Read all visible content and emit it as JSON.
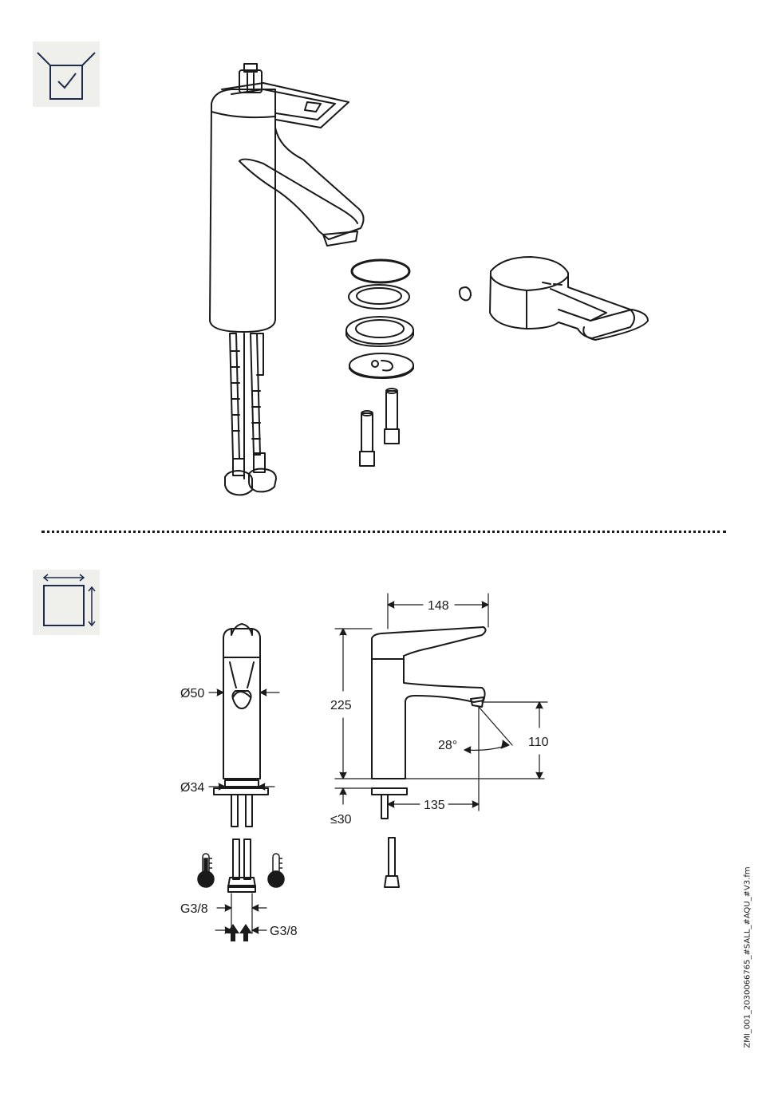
{
  "icons": {
    "scope_of_delivery": "box-check-icon",
    "dimensions": "dimensions-square-icon",
    "hot_water": "thermometer-hot-icon",
    "cold_water": "thermometer-cold-icon",
    "supply_arrows": "double-arrow-up-icon"
  },
  "dimensions": {
    "diameter_body": "Ø50",
    "diameter_base": "Ø34",
    "max_thickness": "≤30",
    "connection_left": "G3/8",
    "connection_right": "G3/8",
    "total_height": "225",
    "spout_length": "148",
    "spout_projection": "135",
    "spout_height": "110",
    "spout_angle": "28°"
  },
  "document_code": "ZMI_001_2030066765_#SALL_#AQU_#V3.fm",
  "colors": {
    "line": "#1a1a1a",
    "icon_background": "#efefec"
  }
}
